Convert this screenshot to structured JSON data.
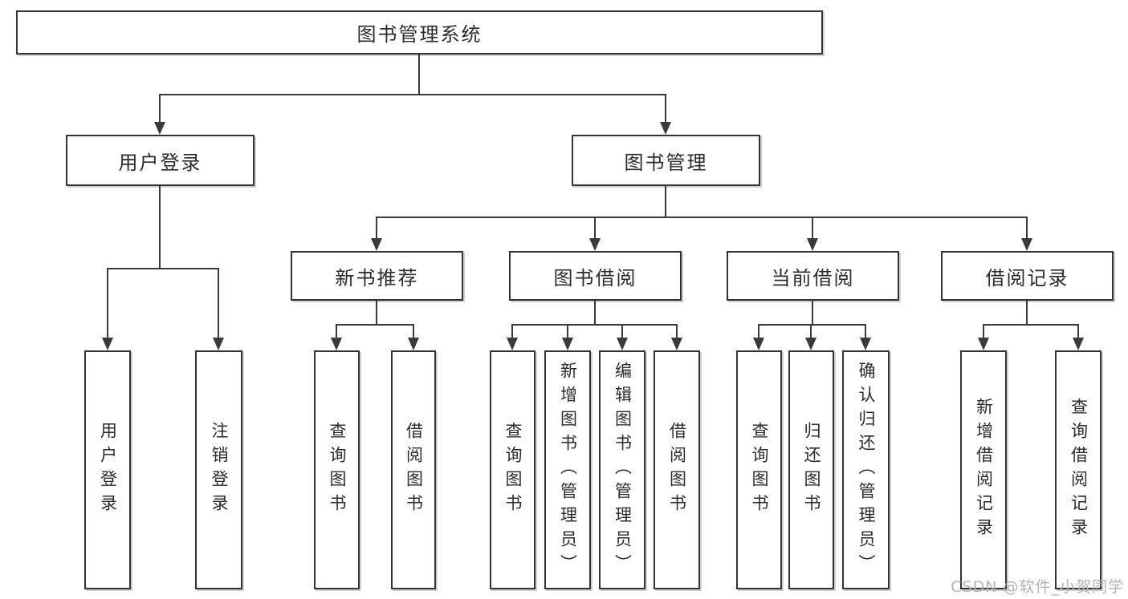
{
  "diagram": {
    "type": "hierarchy-tree",
    "line_color": "#3a3a3a",
    "border_color": "#333333",
    "text_color": "#2b2b2b",
    "background": "#ffffff",
    "tree": {
      "label": "图书管理系统",
      "children": [
        {
          "label": "用户登录",
          "children": [
            {
              "label": "用户登录"
            },
            {
              "label": "注销登录"
            }
          ]
        },
        {
          "label": "图书管理",
          "children": [
            {
              "label": "新书推荐",
              "children": [
                {
                  "label": "查询图书"
                },
                {
                  "label": "借阅图书"
                }
              ]
            },
            {
              "label": "图书借阅",
              "children": [
                {
                  "label": "查询图书"
                },
                {
                  "label": "新增图书（管理员）"
                },
                {
                  "label": "编辑图书（管理员）"
                },
                {
                  "label": "借阅图书"
                }
              ]
            },
            {
              "label": "当前借阅",
              "children": [
                {
                  "label": "查询图书"
                },
                {
                  "label": "归还图书"
                },
                {
                  "label": "确认归还（管理员）"
                }
              ]
            },
            {
              "label": "借阅记录",
              "children": [
                {
                  "label": "新增借阅记录"
                },
                {
                  "label": "查询借阅记录"
                }
              ]
            }
          ]
        }
      ]
    }
  },
  "watermark": {
    "text": "CSDN @软件_小贺同学"
  }
}
